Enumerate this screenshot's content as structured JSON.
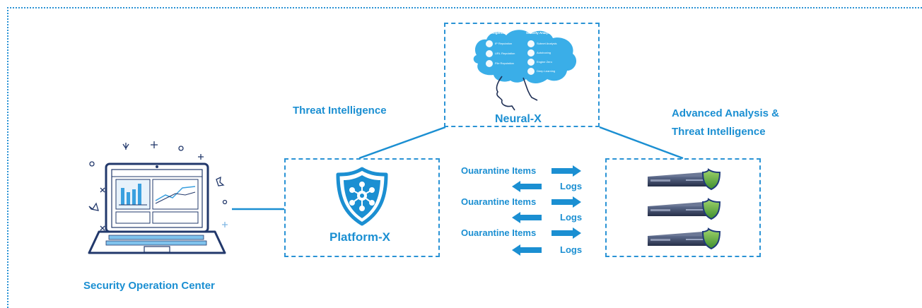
{
  "soc": {
    "label": "Security Operation Center"
  },
  "platform": {
    "label": "Platform-X"
  },
  "neural": {
    "label": "Neural-X",
    "cloud": {
      "left_heading": "Threat Intelligence",
      "right_heading": "Security Analytics",
      "left_items": [
        "IP Reputation",
        "URL Reputation",
        "File Reputation"
      ],
      "right_items": [
        "Subnet Analysis",
        "Autoboxing",
        "Engine Zero",
        "Deep Learning"
      ]
    }
  },
  "edges": {
    "threat_intelligence": "Threat Intelligence",
    "advanced_line1": "Advanced Analysis &",
    "advanced_line2": "Threat Intelligence"
  },
  "flows": [
    {
      "right_label": "Ouarantine Items",
      "left_label": "Logs"
    },
    {
      "right_label": "Ouarantine Items",
      "left_label": "Logs"
    },
    {
      "right_label": "Ouarantine Items",
      "left_label": "Logs"
    }
  ],
  "colors": {
    "accent": "#1b8fd2",
    "cloud": "#3aaee8",
    "server": "#2b3550"
  },
  "icons": {
    "laptop": "laptop-dashboard-icon",
    "shield": "shield-network-icon",
    "servers": "server-appliance-icon"
  }
}
